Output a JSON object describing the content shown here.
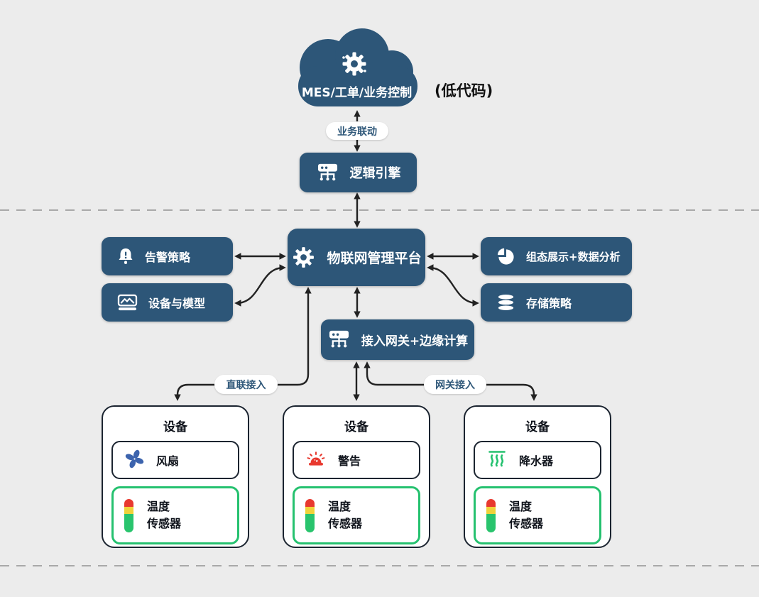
{
  "colors": {
    "node_bg": "#2d5678",
    "line": "#222222",
    "green": "#25c16f",
    "red": "#e8392f",
    "yellow": "#f0d23a",
    "fan_blue": "#3c63ad",
    "background": "#ececec",
    "dash": "#a9a9a9"
  },
  "cloud": {
    "label": "MES/工单/业务控制",
    "annotation": "(低代码)"
  },
  "pills": {
    "business_link": "业务联动",
    "direct_access": "直联接入",
    "gateway_access": "网关接入"
  },
  "nodes": {
    "logic_engine": "逻辑引擎",
    "platform": "物联网管理平台",
    "alarm_policy": "告警策略",
    "device_model": "设备与模型",
    "scada_analytics": "组态展示+数据分析",
    "storage_policy": "存储策略",
    "gateway_edge": "接入网关+边缘计算"
  },
  "devices": [
    {
      "title": "设备",
      "actuator": "风扇",
      "sensor_line1": "温度",
      "sensor_line2": "传感器"
    },
    {
      "title": "设备",
      "actuator": "警告",
      "icon_text": "°c",
      "sensor_line1": "温度",
      "sensor_line2": "传感器"
    },
    {
      "title": "设备",
      "actuator": "降水器",
      "sensor_line1": "温度",
      "sensor_line2": "传感器"
    }
  ]
}
